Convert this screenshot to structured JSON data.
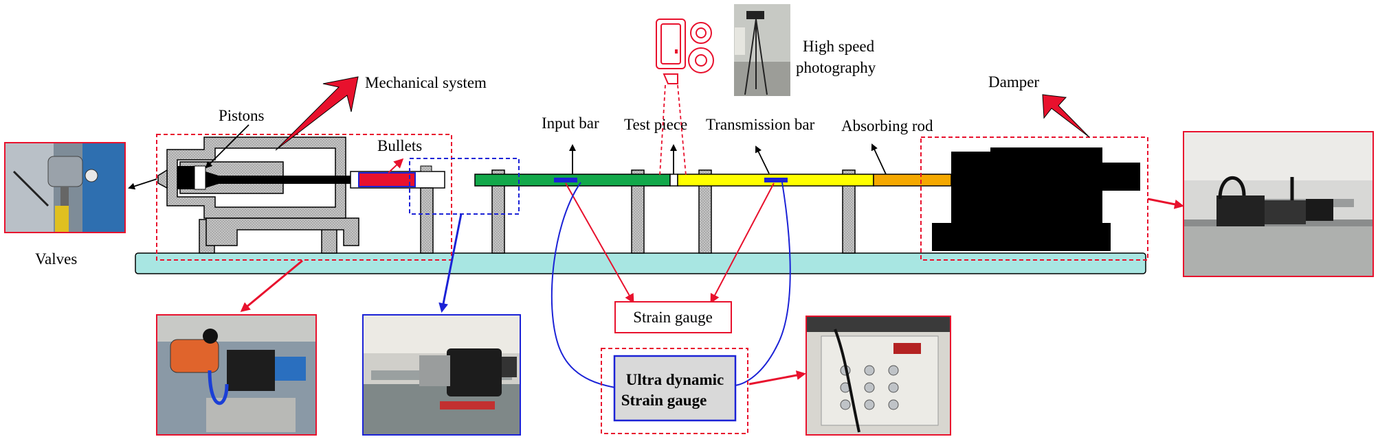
{
  "labels": {
    "high_speed": [
      "High speed",
      "photography"
    ],
    "mechanical_system": "Mechanical system",
    "damper": "Damper",
    "pistons": "Pistons",
    "bullets": "Bullets",
    "input_bar": "Input bar",
    "test_piece": "Test piece",
    "transmission_bar": "Transmission bar",
    "absorbing_rod": "Absorbing rod",
    "valves": "Valves",
    "strain_gauge": "Strain gauge",
    "ultra_dynamic": [
      "Ultra dynamic",
      "Strain gauge"
    ]
  },
  "photos": [
    "valves-photo",
    "camera-photo",
    "damper-photo",
    "mechanical-system-photo",
    "bullet-photo",
    "strain-amplifier-photo"
  ],
  "colors": {
    "red": "#e8112d",
    "blue": "#1b22d6",
    "input_bar": "#12a84a",
    "transmission_bar": "#ffff00",
    "absorbing_rod": "#f5a800",
    "base": "#a8e6e2",
    "support": "#c8c8c8"
  }
}
